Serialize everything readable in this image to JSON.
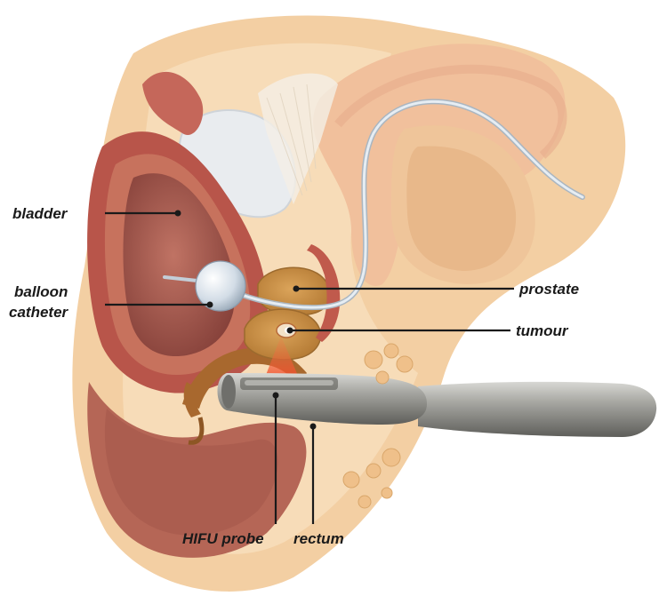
{
  "labels": {
    "bladder": "bladder",
    "balloon_line1": "balloon",
    "balloon_line2": "catheter",
    "prostate": "prostate",
    "tumour": "tumour",
    "hifu_probe": "HIFU probe",
    "rectum": "rectum"
  },
  "colors": {
    "skin": "#f3cfa3",
    "tissue_light": "#f8e2c4",
    "bladder_wall": "#b8554a",
    "bladder_inner": "#8e4a43",
    "prostate": "#c99243",
    "rectal_wall": "#a8682e",
    "probe_metal": "#8d8d88",
    "ultrasound_beam": "#e0361f",
    "balloon": "#d9e2ea",
    "catheter": "#cfd8e0",
    "leader_lines": "#1a1a1a"
  }
}
